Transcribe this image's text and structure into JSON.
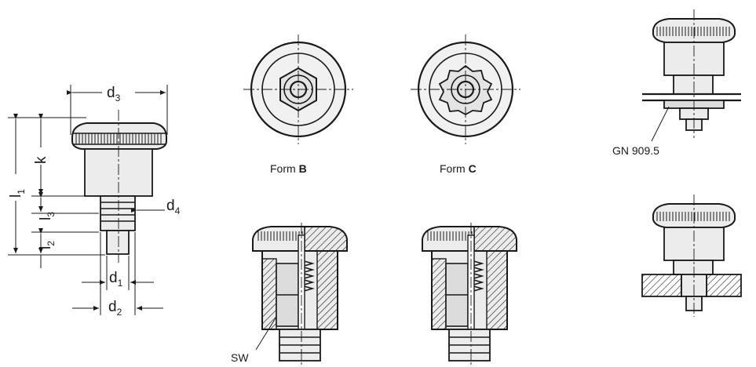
{
  "labels": {
    "d3": {
      "main": "d",
      "sub": "3"
    },
    "k": "k",
    "l1": {
      "main": "l",
      "sub": "1"
    },
    "l3": {
      "main": "l",
      "sub": "3"
    },
    "l2": {
      "main": "l",
      "sub": "2"
    },
    "d4": {
      "main": "d",
      "sub": "4"
    },
    "d1": {
      "main": "d",
      "sub": "1"
    },
    "d2": {
      "main": "d",
      "sub": "2"
    },
    "form_b": {
      "prefix": "Form ",
      "letter": "B"
    },
    "form_c": {
      "prefix": "Form ",
      "letter": "C"
    },
    "sw": "SW",
    "gn": "GN 909.5"
  }
}
